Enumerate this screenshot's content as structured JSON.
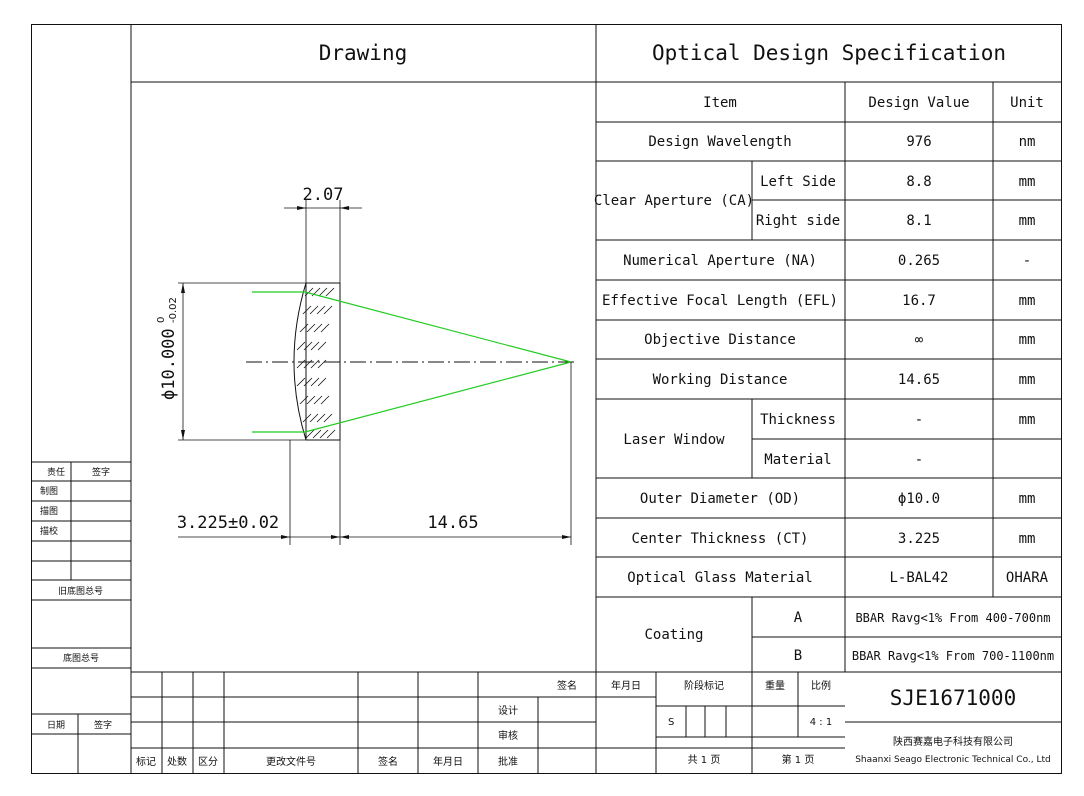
{
  "drawing_title": "Drawing",
  "spec_title": "Optical Design Specification",
  "dims": {
    "ct_top": "2.07",
    "diameter": "ϕ10.000",
    "diameter_tol_upper": "0",
    "diameter_tol_lower": "-0.02",
    "ct_bottom": "3.225±0.02",
    "wd": "14.65"
  },
  "spec": {
    "headers": {
      "item": "Item",
      "value": "Design Value",
      "unit": "Unit"
    },
    "wavelength": {
      "label": "Design Wavelength",
      "value": "976",
      "unit": "nm"
    },
    "clear_aperture": {
      "label": "Clear Aperture (CA)",
      "left_label": "Left Side",
      "left_value": "8.8",
      "left_unit": "mm",
      "right_label": "Right side",
      "right_value": "8.1",
      "right_unit": "mm"
    },
    "na": {
      "label": "Numerical Aperture (NA)",
      "value": "0.265",
      "unit": "-"
    },
    "efl": {
      "label": "Effective Focal Length (EFL)",
      "value": "16.7",
      "unit": "mm"
    },
    "objective": {
      "label": "Objective Distance",
      "value": "∞",
      "unit": "mm"
    },
    "working": {
      "label": "Working Distance",
      "value": "14.65",
      "unit": "mm"
    },
    "laser_window": {
      "label": "Laser Window",
      "thickness_label": "Thickness",
      "thickness_value": "-",
      "thickness_unit": "mm",
      "material_label": "Material",
      "material_value": "-",
      "material_unit": ""
    },
    "od": {
      "label": "Outer Diameter (OD)",
      "value": "ϕ10.0",
      "unit": "mm"
    },
    "ct": {
      "label": "Center Thickness (CT)",
      "value": "3.225",
      "unit": "mm"
    },
    "glass": {
      "label": "Optical Glass Material",
      "value": "L-BAL42",
      "unit": "OHARA"
    },
    "coating": {
      "label": "Coating",
      "a_label": "A",
      "a_value": "BBAR Ravg<1% From 400-700nm",
      "b_label": "B",
      "b_value": "BBAR Ravg<1% From 700-1100nm"
    }
  },
  "left_strip": {
    "responsibility": "责任",
    "signature": "签字",
    "drafting": "制图",
    "tracing": "描图",
    "check": "描校",
    "old_base_no": "旧底图总号",
    "base_no": "底图总号",
    "date": "日期",
    "signature2": "签字"
  },
  "title_block": {
    "revision_headers": [
      "标记",
      "处数",
      "区分",
      "更改文件号",
      "签名",
      "年月日",
      "批准"
    ],
    "design": "设计",
    "review": "审核",
    "sign": "签名",
    "date": "年月日",
    "stage_mark": "阶段标记",
    "weight": "重量",
    "scale_label": "比例",
    "stage_value": "S",
    "scale_value": "4 : 1",
    "total_pages": "共 1 页",
    "page_no": "第 1 页",
    "drawing_number": "SJE1671000",
    "company_cn": "陕西赛嘉电子科技有限公司",
    "company_en": "Shaanxi Seago Electronic Technical Co., Ltd"
  }
}
